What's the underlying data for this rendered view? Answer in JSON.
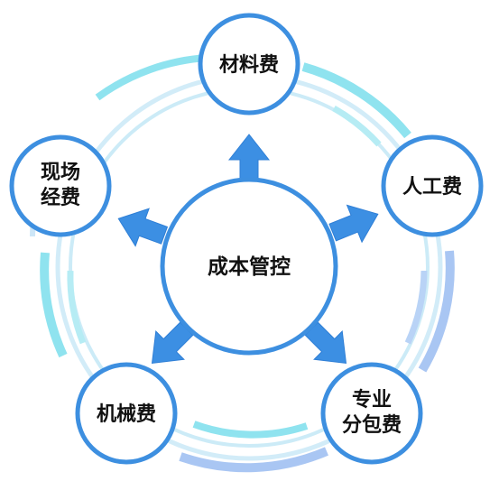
{
  "center": {
    "label": "成本管控"
  },
  "nodes": [
    {
      "id": "materials",
      "lines": [
        "材料费"
      ]
    },
    {
      "id": "labor",
      "lines": [
        "人工费"
      ]
    },
    {
      "id": "subcontract",
      "lines": [
        "专业",
        "分包费"
      ]
    },
    {
      "id": "machinery",
      "lines": [
        "机械费"
      ]
    },
    {
      "id": "site",
      "lines": [
        "现场",
        "经费"
      ]
    }
  ],
  "colors": {
    "circle_stroke": "#3d8fe0",
    "arrow": "#3c8fe3",
    "ring_cyan": "#8fe3ef",
    "ring_blue": "#a9c6f3",
    "ring_light": "#cdeaf7",
    "text": "#111111"
  }
}
